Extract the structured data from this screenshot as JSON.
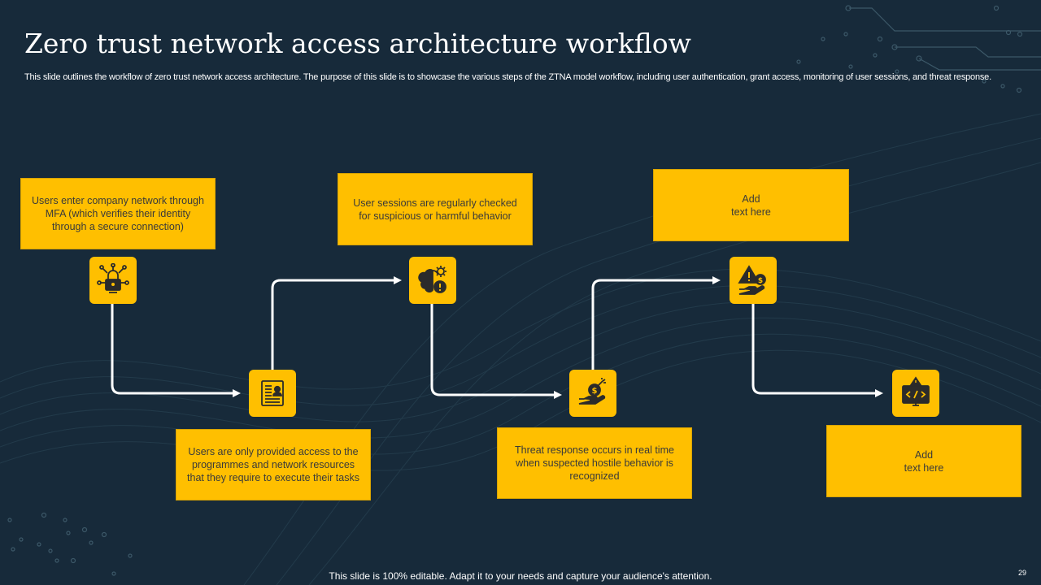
{
  "slide": {
    "title": "Zero trust network access architecture workflow",
    "subtitle": "This slide outlines the workflow of zero trust network access architecture. The purpose of this slide is to showcase the various steps of the ZTNA  model workflow, including user authentication, grant access, monitoring of user sessions, and threat response.",
    "footer": "This slide is 100% editable. Adapt it to your needs and capture your audience's attention.",
    "page_number": "29"
  },
  "colors": {
    "background": "#172a3a",
    "accent": "#ffbf00",
    "text_dark": "#3a3a3a",
    "connector": "#ffffff"
  },
  "steps": [
    {
      "text": "Users enter company network through MFA (which verifies  their identity through a secure connection)",
      "icon": "network-lock-icon"
    },
    {
      "text": "Users are only provided  access to the programmes  and network resources that they require to execute their tasks",
      "icon": "document-user-icon"
    },
    {
      "text": "User sessions are regularly checked for suspicious or harmful  behavior",
      "icon": "brain-gear-alert-icon"
    },
    {
      "text": "Threat  response occurs in real time when  suspected hostile  behavior  is recognized",
      "icon": "hand-money-bomb-icon"
    },
    {
      "text": "Add\ntext here",
      "icon": "warning-hand-money-icon"
    },
    {
      "text": "Add\ntext here",
      "icon": "monitor-code-alert-icon"
    }
  ]
}
